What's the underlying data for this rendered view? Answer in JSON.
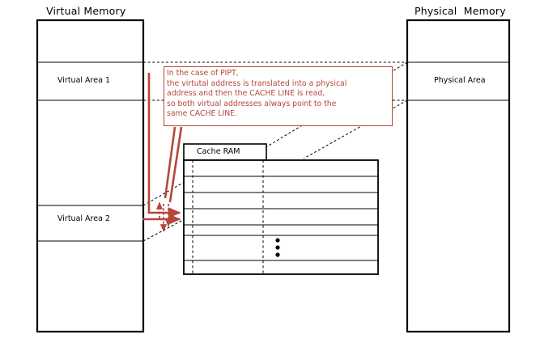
{
  "diagram": {
    "title_virtual": "Virtual Memory",
    "title_physical": "Physical  Memory",
    "virtual_memory": {
      "label": "Virtual Memory",
      "rows": [
        {
          "label": ""
        },
        {
          "label": "Virtual Area 1"
        },
        {
          "label": ""
        },
        {
          "label": "Virtual Area 2"
        },
        {
          "label": ""
        }
      ]
    },
    "physical_memory": {
      "label": "Physical  Memory",
      "rows": [
        {
          "label": ""
        },
        {
          "label": "Physical Area"
        },
        {
          "label": ""
        }
      ]
    },
    "cache": {
      "title": "Cache RAM",
      "ellipsis": "vertical-ellipsis",
      "row_count": 7
    },
    "note": {
      "text": "In the case of PIPT,\nthe virtutal address is translated into a  physical\naddress and then the CACHE LINE is read,\nso both virtual addresses always point to the\nsame CACHE LINE.",
      "color": "#b5473a"
    },
    "colors": {
      "outline": "#000000",
      "accent_red": "#b5473a",
      "background": "#ffffff"
    }
  }
}
